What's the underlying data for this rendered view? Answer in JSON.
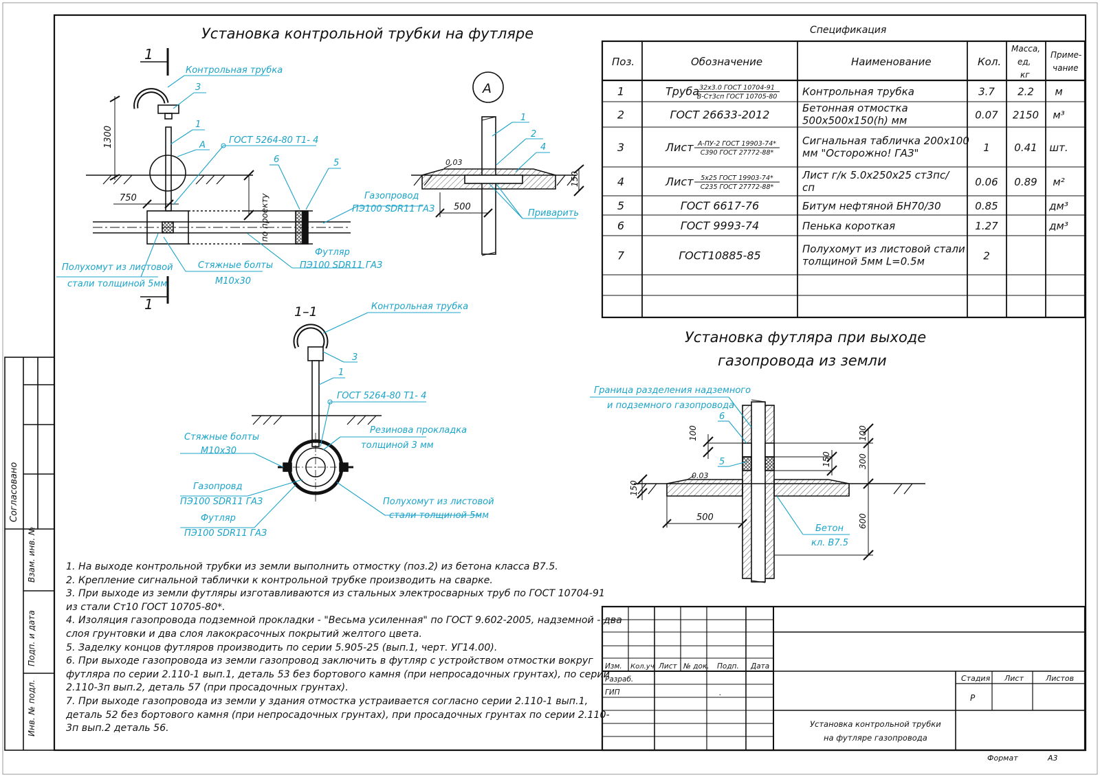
{
  "drawing": {
    "title_main": "Установка контрольной трубки на футляре",
    "title_exit_line1": "Установка футляра при выходе",
    "title_exit_line2": "газопровода из земли",
    "section_label": "1–1",
    "section_mark": "1",
    "view_label": "А"
  },
  "callouts_main": {
    "control_tube": "Контрольная трубка",
    "pos3": "3",
    "pos1": "1",
    "pos_a": "А",
    "gost_weld": "ГОСТ 5264-80 Т1-  4",
    "pos6": "6",
    "pos5": "5",
    "gas_pipe_l1": "Газопровод",
    "gas_pipe_l2": "ПЭ100 SDR11 ГАЗ",
    "case_l1": "Футляр",
    "case_l2": "ПЭ100 SDR11 ГАЗ",
    "bolts_l1": "Стяжные болты",
    "bolts_l2": "М10х30",
    "clamp_l1": "Полухомут из листовой",
    "clamp_l2": "стали толщиной 5мм",
    "dim_1300": "1300",
    "dim_750": "750",
    "by_project": "по проекту"
  },
  "detail_a": {
    "pos1": "1",
    "pos2": "2",
    "pos4": "4",
    "slope": "0.03",
    "dim_500": "500",
    "dim_150": "150",
    "weld": "Приварить"
  },
  "section_view": {
    "control_tube": "Контрольная трубка",
    "pos3": "3",
    "pos1": "1",
    "gost_weld": "ГОСТ 5264-80 Т1-  4",
    "bolts_l1": "Стяжные болты",
    "bolts_l2": "М10х30",
    "gasket_l1": "Резинова прокладка",
    "gasket_l2": "толщиной 3 мм",
    "gas_l1": "Газопровд",
    "gas_l2": "ПЭ100 SDR11 ГАЗ",
    "case_l1": "Футляр",
    "case_l2": "ПЭ100 SDR11 ГАЗ",
    "clamp_l1": "Полухомут из листовой",
    "clamp_l2": "стали толщиной 5мм"
  },
  "exit_view": {
    "boundary_l1": "Граница разделения надземного",
    "boundary_l2": "и подземного газопровода",
    "pos6": "6",
    "pos5": "5",
    "slope": "0.03",
    "dim_100a": "100",
    "dim_100b": "100",
    "dim_150a": "150",
    "dim_150b": "150",
    "dim_300": "300",
    "dim_600": "600",
    "dim_500": "500",
    "concrete_l1": "Бетон",
    "concrete_l2": "кл. В7.5"
  },
  "spec": {
    "caption": "Спецификация",
    "headers": {
      "pos": "Поз.",
      "designation": "Обозначение",
      "name": "Наименование",
      "qty": "Кол.",
      "mass_l1": "Масса,",
      "mass_l2": "ед,",
      "mass_l3": "кг",
      "note_l1": "Приме-",
      "note_l2": "чание"
    },
    "rows": [
      {
        "pos": "1",
        "des_prefix": "Труба",
        "des_top": "32х3.0 ГОСТ 10704-91",
        "des_bottom": "В-Ст3сп ГОСТ 10705-80",
        "des": "",
        "name_l1": "Контрольная трубка",
        "name_l2": "",
        "qty": "3.7",
        "mass": "2.2",
        "note": "м"
      },
      {
        "pos": "2",
        "des_prefix": "",
        "des_top": "",
        "des_bottom": "",
        "des": "ГОСТ 26633-2012",
        "name_l1": "Бетонная отмостка",
        "name_l2": "500х500х150(h) мм",
        "qty": "0.07",
        "mass": "2150",
        "note": "м³"
      },
      {
        "pos": "3",
        "des_prefix": "Лист",
        "des_top": "А-ПУ-2 ГОСТ 19903-74*",
        "des_bottom": "С390 ГОСТ 27772-88*",
        "des": "",
        "name_l1": "Сигнальная табличка 200х100",
        "name_l2": "мм \"Осторожно! ГАЗ\"",
        "qty": "1",
        "mass": "0.41",
        "note": "шт."
      },
      {
        "pos": "4",
        "des_prefix": "Лист",
        "des_top": "5х25 ГОСТ 19903-74*",
        "des_bottom": "С235 ГОСТ 27772-88*",
        "des": "",
        "name_l1": "Лист г/к 5.0х250х25 ст3пс/",
        "name_l2": "сп",
        "qty": "0.06",
        "mass": "0.89",
        "note": "м²"
      },
      {
        "pos": "5",
        "des_prefix": "",
        "des_top": "",
        "des_bottom": "",
        "des": "ГОСТ 6617-76",
        "name_l1": "Битум нефтяной БН70/30",
        "name_l2": "",
        "qty": "0.85",
        "mass": "",
        "note": "дм³"
      },
      {
        "pos": "6",
        "des_prefix": "",
        "des_top": "",
        "des_bottom": "",
        "des": "ГОСТ 9993-74",
        "name_l1": "Пенька короткая",
        "name_l2": "",
        "qty": "1.27",
        "mass": "",
        "note": "дм³"
      },
      {
        "pos": "7",
        "des_prefix": "",
        "des_top": "",
        "des_bottom": "",
        "des": "ГОСТ10885-85",
        "name_l1": "Полухомут из листовой стали",
        "name_l2": "толщиной 5мм L=0.5м",
        "qty": "2",
        "mass": "",
        "note": ""
      }
    ]
  },
  "notes": [
    "1. На выходе контрольной трубки из земли выполнить отмостку (поз.2) из бетона класса В7.5.",
    "2. Крепление сигнальной таблички к контрольной трубке производить на сварке.",
    "3. При выходе из земли футляры изготавливаются из стальных электросварных труб по ГОСТ 10704-91",
    "из стали Ст10 ГОСТ 10705-80*.",
    "4. Изоляция газопровода подземной прокладки - \"Весьма усиленная\" по ГОСТ 9.602-2005, надземной - два",
    "слоя грунтовки и два слоя лакокрасочных покрытий желтого цвета.",
    "5. Заделку концов футляров производить по серии 5.905-25 (вып.1, черт. УГ14.00).",
    "6. При выходе газопровода из земли газопровод заключить в футляр с устройством отмостки вокруг",
    "футляра по серии 2.110-1 вып.1, деталь 53 без бортового камня (при непросадочных грунтах), по серии",
    "2.110-3п вып.2, деталь 57 (при просадочных грунтах).",
    "7. При выходе газопровода из земли у здания отмостка устраивается согласно серии 2.110-1 вып.1,",
    "деталь 52 без бортового камня (при непросадочных грунтах), при просадочных грунтах по серии 2.110-",
    "3п вып.2 деталь 56."
  ],
  "side_stamp": {
    "agreed": "Согласовано",
    "replaced_inv": "Взам. инв. №",
    "sign_date": "Подп. и дата",
    "inv_orig": "Инв. № подл."
  },
  "title_block": {
    "col_change": "Изм.",
    "col_qty": "Кол.уч",
    "col_sheet": "Лист",
    "col_doc": "№ док.",
    "col_sign": "Подп.",
    "col_date": "Дата",
    "role_dev": "Разраб.",
    "role_gip": "ГИП",
    "dot": ".",
    "stage_label": "Стадия",
    "sheet_label": "Лист",
    "sheets_label": "Листов",
    "stage_value": "Р",
    "doc_title_l1": "Установка контрольной трубки",
    "doc_title_l2": "на футляре газопровода",
    "format_label": "Формат",
    "format_value": "А3"
  },
  "colors": {
    "callout": "#1aa3c8",
    "line": "#111111"
  }
}
